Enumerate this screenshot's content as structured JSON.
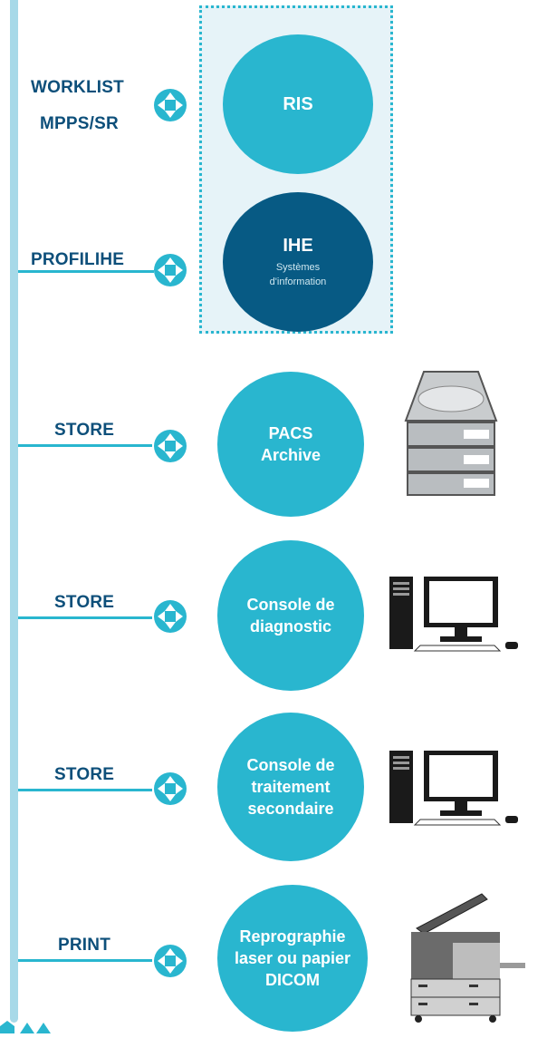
{
  "rows": [
    {
      "id": "ris",
      "labels": [
        "WORKLIST",
        "MPPS/SR"
      ],
      "circle": [
        "RIS"
      ],
      "sub": "",
      "dark": false,
      "device": null
    },
    {
      "id": "ihe",
      "labels": [
        "PROFILIHE"
      ],
      "circle": [
        "IHE"
      ],
      "sub_lines": [
        "Systèmes",
        "d'information"
      ],
      "dark": true,
      "device": null
    },
    {
      "id": "pacs",
      "labels": [
        "STORE"
      ],
      "circle": [
        "PACS",
        "Archive"
      ],
      "device": "server-icon"
    },
    {
      "id": "diag",
      "labels": [
        "STORE"
      ],
      "circle": [
        "Console de",
        "diagnostic"
      ],
      "device": "workstation-icon"
    },
    {
      "id": "trait",
      "labels": [
        "STORE"
      ],
      "circle": [
        "Console de",
        "traitement",
        "secondaire"
      ],
      "device": "workstation-icon"
    },
    {
      "id": "print",
      "labels": [
        "PRINT"
      ],
      "circle": [
        "Reprographie",
        "laser ou papier",
        "DICOM"
      ],
      "device": "printer-icon"
    }
  ],
  "colors": {
    "accent": "#29b6cf",
    "dark": "#075a84",
    "label": "#0d4f7a",
    "spine": "#a7d9e8",
    "box": "#e6f3f8"
  }
}
